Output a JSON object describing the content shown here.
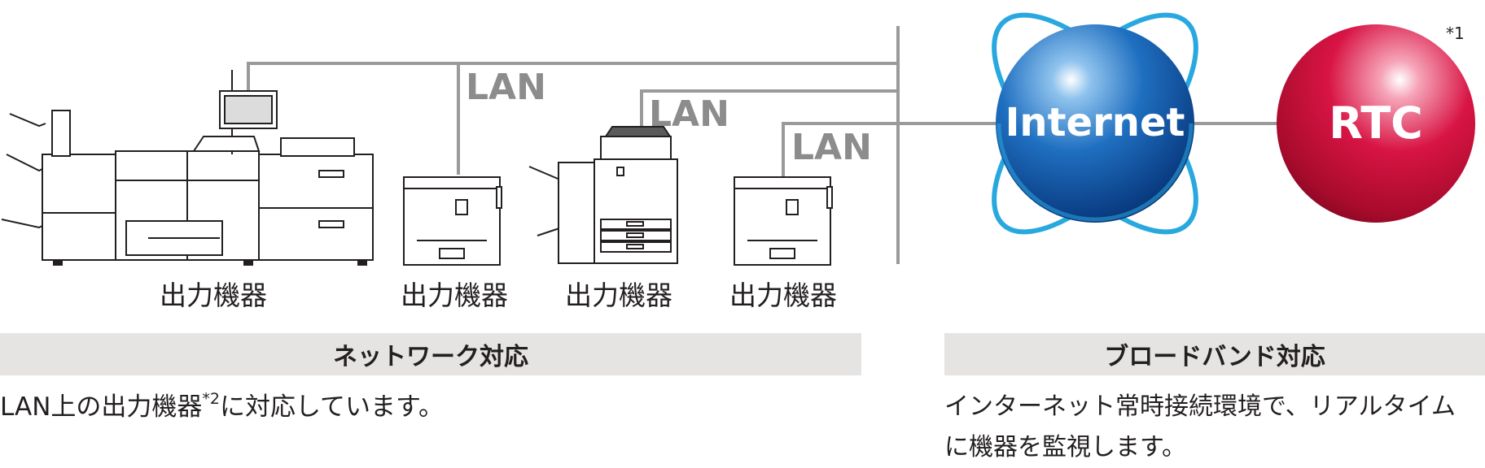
{
  "lan_labels": [
    "LAN",
    "LAN",
    "LAN"
  ],
  "device_label": "出力機器",
  "internet_label": "Internet",
  "rtc_label": "RTC",
  "rtc_footnote": "*1",
  "network_section": {
    "heading": "ネットワーク対応",
    "desc_before": "LAN上の出力機器",
    "desc_sup": "*2",
    "desc_after": "に対応しています。"
  },
  "broadband_section": {
    "heading": "ブロードバンド対応",
    "desc_line1": "インターネット常時接続環境で、リアルタイム",
    "desc_line2": "に機器を監視します。"
  },
  "colors": {
    "line": "#9a9a9a",
    "lan_text": "#8c8c8c",
    "internet": "#1a66b8",
    "orbit": "#29a8e0",
    "rtc": "#d00f38",
    "section_bg": "#e6e4e2"
  }
}
